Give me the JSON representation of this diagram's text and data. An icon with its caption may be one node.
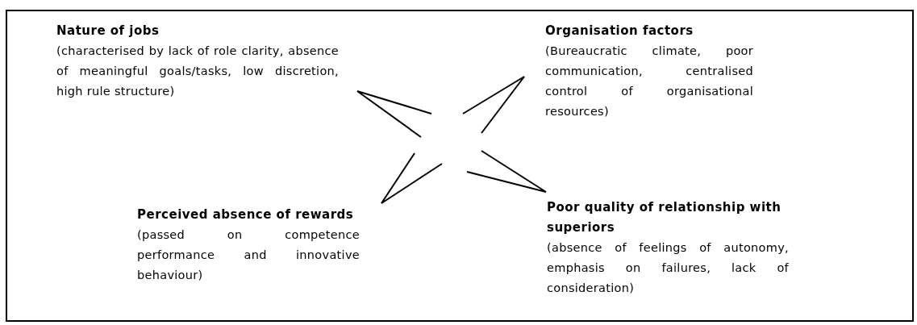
{
  "diagram": {
    "nodes": [
      {
        "text": [
          "Nature of jobs",
          "(characterised by lack of role clarity, absence of meaningful goals/tasks, low discretion, high rule structure)"
        ]
      },
      {
        "text": [
          "Organisation factors",
          "(Bureaucratic climate, poor communication, centralised control of organisational resources)"
        ]
      },
      {
        "text": [
          "Perceived absence of rewards",
          "(passed on competence performance and innovative behaviour)"
        ]
      },
      {
        "text": [
          "Poor quality of relationship with superiors",
          "(absence of feelings of autonomy, emphasis on failures, lack of consideration)"
        ]
      }
    ]
  }
}
